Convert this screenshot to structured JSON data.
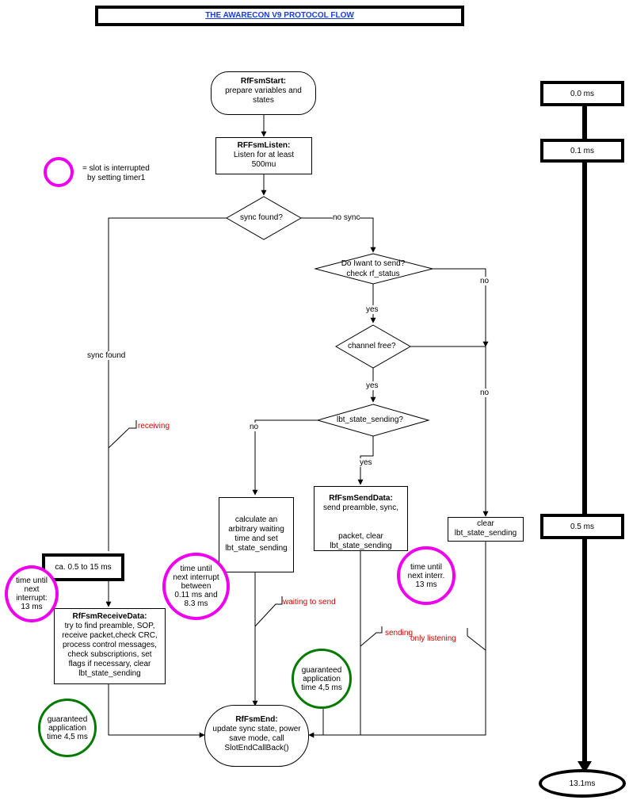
{
  "title": "THE AWARECON V9 PROTOCOL FLOW",
  "legend": {
    "text_line1": "= slot is interrupted",
    "text_line2": "by setting timer1",
    "color": "#ee00ee"
  },
  "nodes": {
    "start": {
      "title": "RfFsmStart:",
      "line1": "prepare variables and",
      "line2": "states"
    },
    "listen": {
      "title": "RFFsmListen:",
      "line1": "Listen for at least",
      "line2": "500mu"
    },
    "sync_found_q": {
      "text": "sync found?"
    },
    "want_send_q": {
      "line1": "Do Iwant to send?",
      "line2": "check rf_status"
    },
    "channel_free_q": {
      "text": "channel free?"
    },
    "lbt_sending_q": {
      "text": "lbt_state_sending?"
    },
    "calc_wait": {
      "line1": "calculate an",
      "line2": "arbitrary waiting",
      "line3": "time and set",
      "line4": "lbt_state_sending"
    },
    "send_data": {
      "title": "RfFsmSendData:",
      "line1": "send preamble, sync,",
      "line2": "packet, clear",
      "line3": "lbt_state_sending"
    },
    "clear_lbt": {
      "line1": "clear",
      "line2": "lbt_state_sending"
    },
    "receive_data": {
      "title": "RfFsmReceiveData:",
      "line1": "try to find preamble, SOP,",
      "line2": "receive packet,check CRC,",
      "line3": "process control messages,",
      "line4": "check subscriptions, set",
      "line5": "flags if necessary, clear",
      "line6": "lbt_state_sending"
    },
    "end": {
      "title": "RfFsmEnd:",
      "line1": "update sync state, power",
      "line2": "save mode, call",
      "line3": "SlotEndCallBack()"
    },
    "range_box": {
      "text": "ca. 0.5 to 15 ms"
    }
  },
  "edge_labels": {
    "no_sync": "no sync",
    "sync_found": "sync found",
    "no1": "no",
    "yes1": "yes",
    "yes2": "yes",
    "no2": "no",
    "no3": "no",
    "yes3": "yes"
  },
  "annotations": {
    "receiving": "receiving",
    "waiting_to_send": "waiting to send",
    "sending": "sending",
    "only_listening": "only listening"
  },
  "interrupt_circles": {
    "left": {
      "l1": "time until",
      "l2": "next",
      "l3": "interrupt:",
      "l4": "13 ms"
    },
    "middle": {
      "l1": "time until",
      "l2": "next interrupt",
      "l3": "between",
      "l4": "0.11 ms  and",
      "l5": "8.3 ms"
    },
    "right": {
      "l1": "time until",
      "l2": "next interr.",
      "l3": "13 ms"
    }
  },
  "guarantee_circles": {
    "left": {
      "l1": "guaranteed",
      "l2": "application",
      "l3": "time 4,5 ms"
    },
    "right": {
      "l1": "guaranteed",
      "l2": "application",
      "l3": "time 4,5 ms"
    }
  },
  "timeline": {
    "t0": "0.0 ms",
    "t1": "0.1 ms",
    "t2": "0.5 ms",
    "t3": "13.1ms"
  }
}
